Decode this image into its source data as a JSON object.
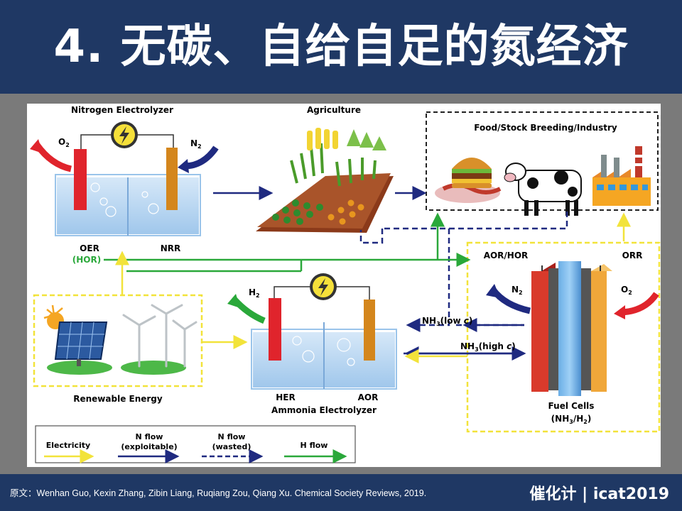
{
  "slide": {
    "title": "4. 无碳、自给自足的氮经济",
    "citation": "原文：Wenhan Guo, Kexin Zhang, Zibin Liang, Ruqiang Zou, Qiang Xu. Chemical Society Reviews, 2019.",
    "brand": "催化计 | icat2019"
  },
  "diagram": {
    "nitrogen_electrolyzer": {
      "title": "Nitrogen Electrolyzer",
      "o2": "O",
      "o2_sub": "2",
      "n2": "N",
      "n2_sub": "2",
      "oer": "OER",
      "hor": "(HOR)",
      "nrr": "NRR"
    },
    "agriculture": {
      "title": "Agriculture"
    },
    "food": {
      "title": "Food/Stock Breeding/Industry"
    },
    "renewable": {
      "title": "Renewable Energy"
    },
    "ammonia_electrolyzer": {
      "title": "Ammonia Electrolyzer",
      "h2": "H",
      "h2_sub": "2",
      "her": "HER",
      "aor": "AOR"
    },
    "fuel_cells": {
      "title": "Fuel Cells",
      "subtitle_a": "(NH",
      "subtitle_sub1": "3",
      "subtitle_b": "/H",
      "subtitle_sub2": "2",
      "subtitle_c": ")",
      "aor_hor": "AOR/HOR",
      "orr": "ORR",
      "n2": "N",
      "n2_sub": "2",
      "o2": "O",
      "o2_sub": "2"
    },
    "nh3_low": {
      "a": "NH",
      "sub": "3",
      "b": "(low ",
      "c": "c",
      "d": ")"
    },
    "nh3_high": {
      "a": "NH",
      "sub": "3",
      "b": "(high ",
      "c": "c",
      "d": ")"
    }
  },
  "legend": {
    "electricity": "Electricity",
    "n_flow_exploitable_1": "N flow",
    "n_flow_exploitable_2": "(exploitable)",
    "n_flow_wasted_1": "N flow",
    "n_flow_wasted_2": "(wasted)",
    "h_flow": "H flow"
  },
  "colors": {
    "header_bg": "#1f3864",
    "electricity": "#f5e83b",
    "n_flow": "#1f2a80",
    "h_flow": "#2aa83a",
    "anode_red": "#e0242c",
    "cathode_orange": "#d4861c",
    "water": "#a9cdef"
  },
  "icons": {
    "lightning": "lightning-icon",
    "solar": "solar-panel-icon",
    "wind": "wind-turbine-icon",
    "cow": "cow-icon",
    "factory": "factory-icon",
    "food": "burger-icon"
  }
}
